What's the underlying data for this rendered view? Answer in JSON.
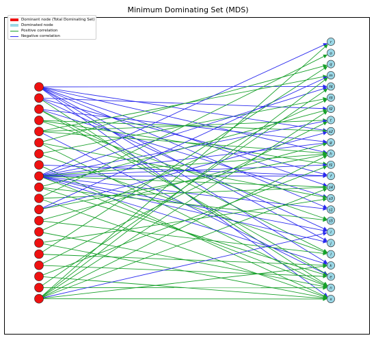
{
  "title": "Minimum Dominating Set (MDS)",
  "colors": {
    "dominant": "#ee1111",
    "dominated": "#9ad7e6",
    "positive": "#17a02a",
    "negative": "#2a2aee",
    "node_stroke": "#222222"
  },
  "legend": {
    "items": [
      {
        "kind": "patch",
        "color_key": "dominant",
        "label": "Dominant node (Total Dominating Set)"
      },
      {
        "kind": "patch",
        "color_key": "dominated",
        "label": "Dominated node"
      },
      {
        "kind": "line",
        "color_key": "positive",
        "label": "Positive correlation"
      },
      {
        "kind": "line",
        "color_key": "negative",
        "label": "Negative correlation"
      }
    ]
  },
  "diagram": {
    "dominant_nodes": [
      "",
      "",
      "",
      "",
      "",
      "",
      "",
      "",
      "",
      "",
      "",
      "",
      "",
      "",
      "",
      "",
      "",
      "",
      "",
      ""
    ],
    "dominated_nodes": [
      "r",
      "o",
      "q",
      "m",
      "f4",
      "f3",
      "f2",
      "t",
      "s2",
      "g",
      "h",
      "f1",
      "f",
      "s4",
      "s3",
      "s1",
      "s5",
      "i",
      "j",
      "l",
      "k",
      "e",
      "n",
      "s"
    ],
    "edges": [
      {
        "from": 0,
        "to": 4,
        "sign": "neg"
      },
      {
        "from": 0,
        "to": 8,
        "sign": "neg"
      },
      {
        "from": 0,
        "to": 10,
        "sign": "neg"
      },
      {
        "from": 0,
        "to": 13,
        "sign": "neg"
      },
      {
        "from": 0,
        "to": 15,
        "sign": "neg"
      },
      {
        "from": 0,
        "to": 18,
        "sign": "neg"
      },
      {
        "from": 0,
        "to": 20,
        "sign": "neg"
      },
      {
        "from": 0,
        "to": 23,
        "sign": "neg"
      },
      {
        "from": 1,
        "to": 6,
        "sign": "neg"
      },
      {
        "from": 1,
        "to": 12,
        "sign": "neg"
      },
      {
        "from": 1,
        "to": 17,
        "sign": "neg"
      },
      {
        "from": 1,
        "to": 22,
        "sign": "pos"
      },
      {
        "from": 2,
        "to": 9,
        "sign": "neg"
      },
      {
        "from": 2,
        "to": 14,
        "sign": "neg"
      },
      {
        "from": 2,
        "to": 19,
        "sign": "pos"
      },
      {
        "from": 2,
        "to": 21,
        "sign": "pos"
      },
      {
        "from": 3,
        "to": 8,
        "sign": "pos"
      },
      {
        "from": 3,
        "to": 11,
        "sign": "pos"
      },
      {
        "from": 3,
        "to": 16,
        "sign": "pos"
      },
      {
        "from": 4,
        "to": 3,
        "sign": "pos"
      },
      {
        "from": 4,
        "to": 7,
        "sign": "pos"
      },
      {
        "from": 4,
        "to": 10,
        "sign": "pos"
      },
      {
        "from": 4,
        "to": 21,
        "sign": "neg"
      },
      {
        "from": 5,
        "to": 2,
        "sign": "pos"
      },
      {
        "from": 5,
        "to": 14,
        "sign": "pos"
      },
      {
        "from": 5,
        "to": 22,
        "sign": "pos"
      },
      {
        "from": 6,
        "to": 5,
        "sign": "pos"
      },
      {
        "from": 6,
        "to": 19,
        "sign": "pos"
      },
      {
        "from": 7,
        "to": 12,
        "sign": "neg"
      },
      {
        "from": 7,
        "to": 23,
        "sign": "pos"
      },
      {
        "from": 8,
        "to": 0,
        "sign": "neg"
      },
      {
        "from": 8,
        "to": 4,
        "sign": "neg"
      },
      {
        "from": 8,
        "to": 7,
        "sign": "neg"
      },
      {
        "from": 8,
        "to": 9,
        "sign": "neg"
      },
      {
        "from": 8,
        "to": 10,
        "sign": "pos"
      },
      {
        "from": 8,
        "to": 11,
        "sign": "neg"
      },
      {
        "from": 8,
        "to": 12,
        "sign": "neg"
      },
      {
        "from": 8,
        "to": 13,
        "sign": "pos"
      },
      {
        "from": 8,
        "to": 15,
        "sign": "neg"
      },
      {
        "from": 8,
        "to": 17,
        "sign": "neg"
      },
      {
        "from": 8,
        "to": 18,
        "sign": "neg"
      },
      {
        "from": 8,
        "to": 20,
        "sign": "neg"
      },
      {
        "from": 8,
        "to": 22,
        "sign": "pos"
      },
      {
        "from": 9,
        "to": 6,
        "sign": "pos"
      },
      {
        "from": 9,
        "to": 16,
        "sign": "pos"
      },
      {
        "from": 9,
        "to": 21,
        "sign": "pos"
      },
      {
        "from": 10,
        "to": 1,
        "sign": "pos"
      },
      {
        "from": 10,
        "to": 13,
        "sign": "pos"
      },
      {
        "from": 10,
        "to": 23,
        "sign": "pos"
      },
      {
        "from": 11,
        "to": 3,
        "sign": "neg"
      },
      {
        "from": 11,
        "to": 8,
        "sign": "neg"
      },
      {
        "from": 11,
        "to": 10,
        "sign": "pos"
      },
      {
        "from": 12,
        "to": 9,
        "sign": "pos"
      },
      {
        "from": 12,
        "to": 19,
        "sign": "pos"
      },
      {
        "from": 13,
        "to": 5,
        "sign": "pos"
      },
      {
        "from": 13,
        "to": 22,
        "sign": "pos"
      },
      {
        "from": 14,
        "to": 14,
        "sign": "pos"
      },
      {
        "from": 14,
        "to": 23,
        "sign": "pos"
      },
      {
        "from": 15,
        "to": 2,
        "sign": "pos"
      },
      {
        "from": 15,
        "to": 20,
        "sign": "pos"
      },
      {
        "from": 16,
        "to": 7,
        "sign": "pos"
      },
      {
        "from": 16,
        "to": 21,
        "sign": "pos"
      },
      {
        "from": 17,
        "to": 11,
        "sign": "pos"
      },
      {
        "from": 17,
        "to": 23,
        "sign": "pos"
      },
      {
        "from": 18,
        "to": 4,
        "sign": "pos"
      },
      {
        "from": 18,
        "to": 22,
        "sign": "pos"
      },
      {
        "from": 19,
        "to": 0,
        "sign": "pos"
      },
      {
        "from": 19,
        "to": 3,
        "sign": "pos"
      },
      {
        "from": 19,
        "to": 6,
        "sign": "pos"
      },
      {
        "from": 19,
        "to": 10,
        "sign": "pos"
      },
      {
        "from": 19,
        "to": 13,
        "sign": "pos"
      },
      {
        "from": 19,
        "to": 17,
        "sign": "neg"
      },
      {
        "from": 19,
        "to": 20,
        "sign": "pos"
      },
      {
        "from": 19,
        "to": 23,
        "sign": "pos"
      }
    ]
  }
}
